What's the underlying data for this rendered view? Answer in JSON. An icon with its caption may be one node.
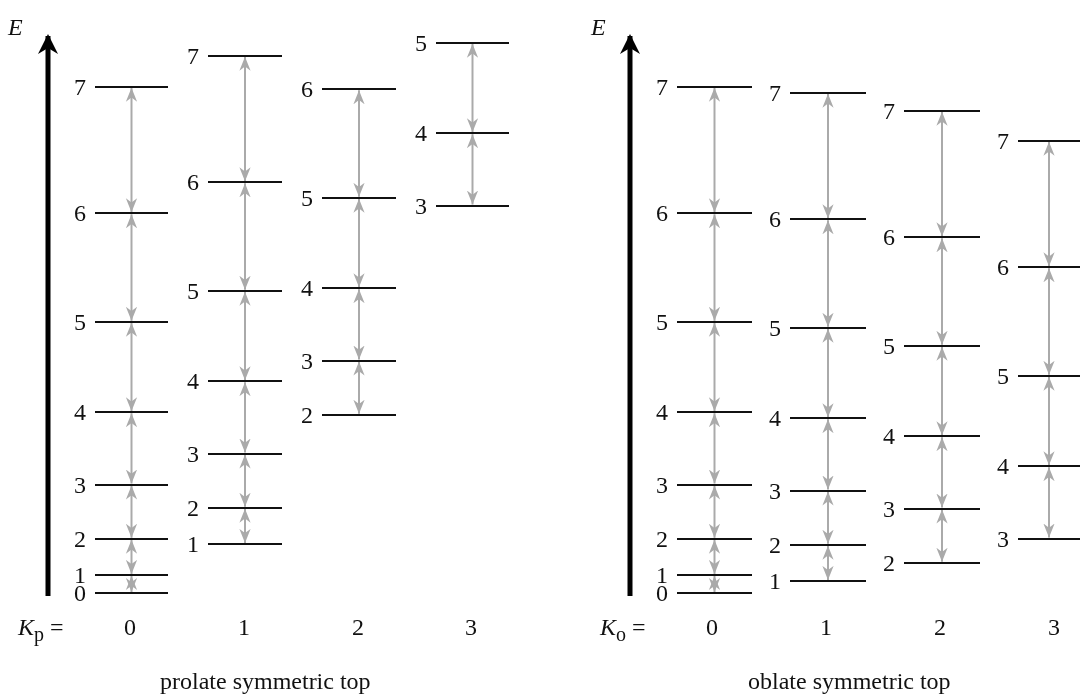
{
  "diagram": {
    "nodes": [
      {
        "text": [
          "7"
        ]
      },
      {
        "text": [
          "6"
        ]
      },
      {
        "text": [
          "5"
        ]
      },
      {
        "text": [
          "4"
        ]
      },
      {
        "text": [
          "3"
        ]
      },
      {
        "text": [
          "2"
        ]
      },
      {
        "text": [
          "1"
        ]
      },
      {
        "text": [
          "0"
        ]
      },
      {
        "text": [
          "7"
        ]
      },
      {
        "text": [
          "6"
        ]
      },
      {
        "text": [
          "5"
        ]
      },
      {
        "text": [
          "4"
        ]
      },
      {
        "text": [
          "3"
        ]
      },
      {
        "text": [
          "2"
        ]
      },
      {
        "text": [
          "1"
        ]
      },
      {
        "text": [
          "6"
        ]
      },
      {
        "text": [
          "5"
        ]
      },
      {
        "text": [
          "4"
        ]
      },
      {
        "text": [
          "3"
        ]
      },
      {
        "text": [
          "2"
        ]
      },
      {
        "text": [
          "5"
        ]
      },
      {
        "text": [
          "4"
        ]
      },
      {
        "text": [
          "3"
        ]
      },
      {
        "text": [
          "7"
        ]
      },
      {
        "text": [
          "6"
        ]
      },
      {
        "text": [
          "5"
        ]
      },
      {
        "text": [
          "4"
        ]
      },
      {
        "text": [
          "3"
        ]
      },
      {
        "text": [
          "2"
        ]
      },
      {
        "text": [
          "1"
        ]
      },
      {
        "text": [
          "0"
        ]
      },
      {
        "text": [
          "7"
        ]
      },
      {
        "text": [
          "6"
        ]
      },
      {
        "text": [
          "5"
        ]
      },
      {
        "text": [
          "4"
        ]
      },
      {
        "text": [
          "3"
        ]
      },
      {
        "text": [
          "2"
        ]
      },
      {
        "text": [
          "1"
        ]
      },
      {
        "text": [
          "7"
        ]
      },
      {
        "text": [
          "6"
        ]
      },
      {
        "text": [
          "5"
        ]
      },
      {
        "text": [
          "4"
        ]
      },
      {
        "text": [
          "3"
        ]
      },
      {
        "text": [
          "2"
        ]
      },
      {
        "text": [
          "7"
        ]
      },
      {
        "text": [
          "6"
        ]
      },
      {
        "text": [
          "5"
        ]
      },
      {
        "text": [
          "4"
        ]
      },
      {
        "text": [
          "3"
        ]
      }
    ],
    "edges": [
      {
        "from": 0,
        "to": 1,
        "arrow": "both"
      },
      {
        "from": 1,
        "to": 2,
        "arrow": "both"
      },
      {
        "from": 2,
        "to": 3,
        "arrow": "both"
      },
      {
        "from": 3,
        "to": 4,
        "arrow": "both"
      },
      {
        "from": 4,
        "to": 5,
        "arrow": "both"
      },
      {
        "from": 5,
        "to": 6,
        "arrow": "both"
      },
      {
        "from": 6,
        "to": 7,
        "arrow": "both"
      },
      {
        "from": 8,
        "to": 9,
        "arrow": "both"
      },
      {
        "from": 9,
        "to": 10,
        "arrow": "both"
      },
      {
        "from": 10,
        "to": 11,
        "arrow": "both"
      },
      {
        "from": 11,
        "to": 12,
        "arrow": "both"
      },
      {
        "from": 12,
        "to": 13,
        "arrow": "both"
      },
      {
        "from": 13,
        "to": 14,
        "arrow": "both"
      },
      {
        "from": 15,
        "to": 16,
        "arrow": "both"
      },
      {
        "from": 16,
        "to": 17,
        "arrow": "both"
      },
      {
        "from": 17,
        "to": 18,
        "arrow": "both"
      },
      {
        "from": 18,
        "to": 19,
        "arrow": "both"
      },
      {
        "from": 20,
        "to": 21,
        "arrow": "both"
      },
      {
        "from": 21,
        "to": 22,
        "arrow": "both"
      },
      {
        "from": 23,
        "to": 24,
        "arrow": "both"
      },
      {
        "from": 24,
        "to": 25,
        "arrow": "both"
      },
      {
        "from": 25,
        "to": 26,
        "arrow": "both"
      },
      {
        "from": 26,
        "to": 27,
        "arrow": "both"
      },
      {
        "from": 27,
        "to": 28,
        "arrow": "both"
      },
      {
        "from": 28,
        "to": 29,
        "arrow": "both"
      },
      {
        "from": 29,
        "to": 30,
        "arrow": "both"
      },
      {
        "from": 31,
        "to": 32,
        "arrow": "both"
      },
      {
        "from": 32,
        "to": 33,
        "arrow": "both"
      },
      {
        "from": 33,
        "to": 34,
        "arrow": "both"
      },
      {
        "from": 34,
        "to": 35,
        "arrow": "both"
      },
      {
        "from": 35,
        "to": 36,
        "arrow": "both"
      },
      {
        "from": 36,
        "to": 37,
        "arrow": "both"
      },
      {
        "from": 38,
        "to": 39,
        "arrow": "both"
      },
      {
        "from": 39,
        "to": 40,
        "arrow": "both"
      },
      {
        "from": 40,
        "to": 41,
        "arrow": "both"
      },
      {
        "from": 41,
        "to": 42,
        "arrow": "both"
      },
      {
        "from": 42,
        "to": 43,
        "arrow": "both"
      },
      {
        "from": 44,
        "to": 45,
        "arrow": "both"
      },
      {
        "from": 45,
        "to": 46,
        "arrow": "both"
      },
      {
        "from": 46,
        "to": 47,
        "arrow": "both"
      },
      {
        "from": 47,
        "to": 48,
        "arrow": "both"
      }
    ],
    "labels": [
      "E",
      "*K*$_{p}$ =",
      "0",
      "1",
      "2",
      "3",
      "prolate symmetric top",
      "E",
      "*K*$_{o}$ =",
      "0",
      "1",
      "2",
      "3",
      "oblate symmetric top"
    ]
  }
}
